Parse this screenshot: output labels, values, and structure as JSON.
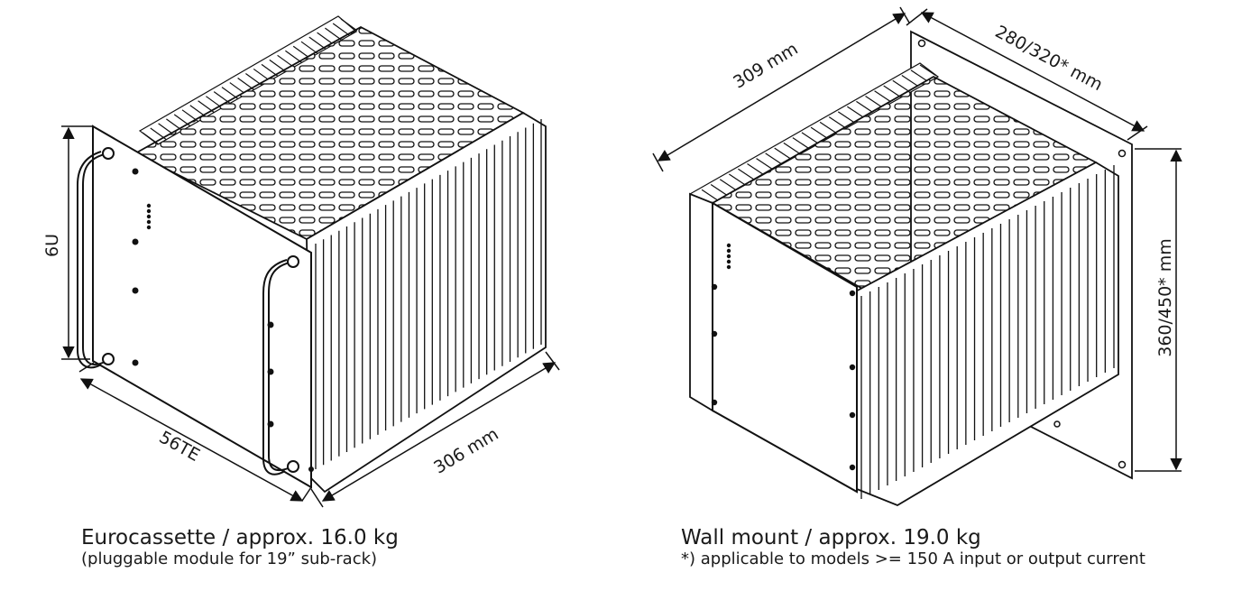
{
  "left_unit": {
    "dimension_height": "6U",
    "dimension_width": "56TE",
    "dimension_depth": "306 mm",
    "caption_title": "Eurocassette / approx. 16.0 kg",
    "caption_note": "(pluggable module for 19” sub-rack)"
  },
  "right_unit": {
    "dimension_depth": "309 mm",
    "dimension_width": "280/320* mm",
    "dimension_height": "360/450* mm",
    "caption_title": "Wall mount / approx. 19.0 kg",
    "caption_note": "*) applicable to models >= 150 A input or output current"
  }
}
